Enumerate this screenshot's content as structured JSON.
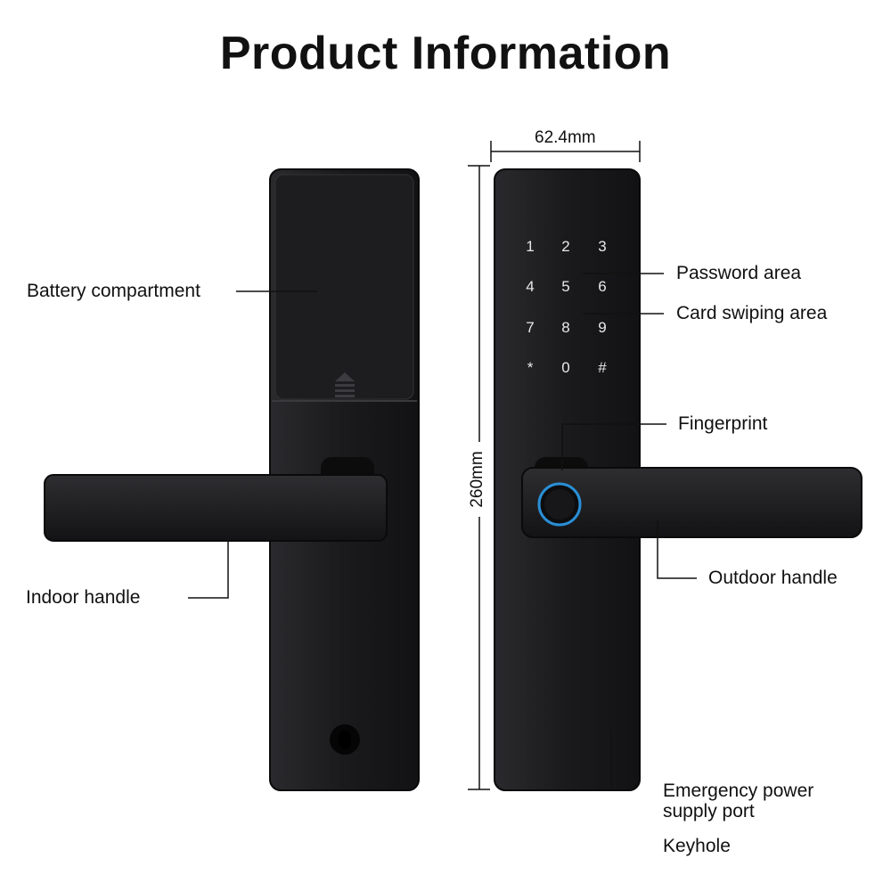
{
  "title": "Product Information",
  "dimensions": {
    "width": "62.4mm",
    "height": "260mm"
  },
  "keypad": [
    "1",
    "2",
    "3",
    "4",
    "5",
    "6",
    "7",
    "8",
    "9",
    "*",
    "0",
    "#"
  ],
  "labels": {
    "battery_compartment": "Battery compartment",
    "indoor_handle": "Indoor handle",
    "password_area": "Password area",
    "card_swiping_area": "Card swiping area",
    "fingerprint": "Fingerprint",
    "outdoor_handle": "Outdoor handle",
    "emergency_power": "Emergency power supply port",
    "keyhole": "Keyhole"
  },
  "colors": {
    "lock_body": "#1b1b1d",
    "handle": "#1e1e20",
    "fingerprint_ring": "#2a8fd6"
  }
}
